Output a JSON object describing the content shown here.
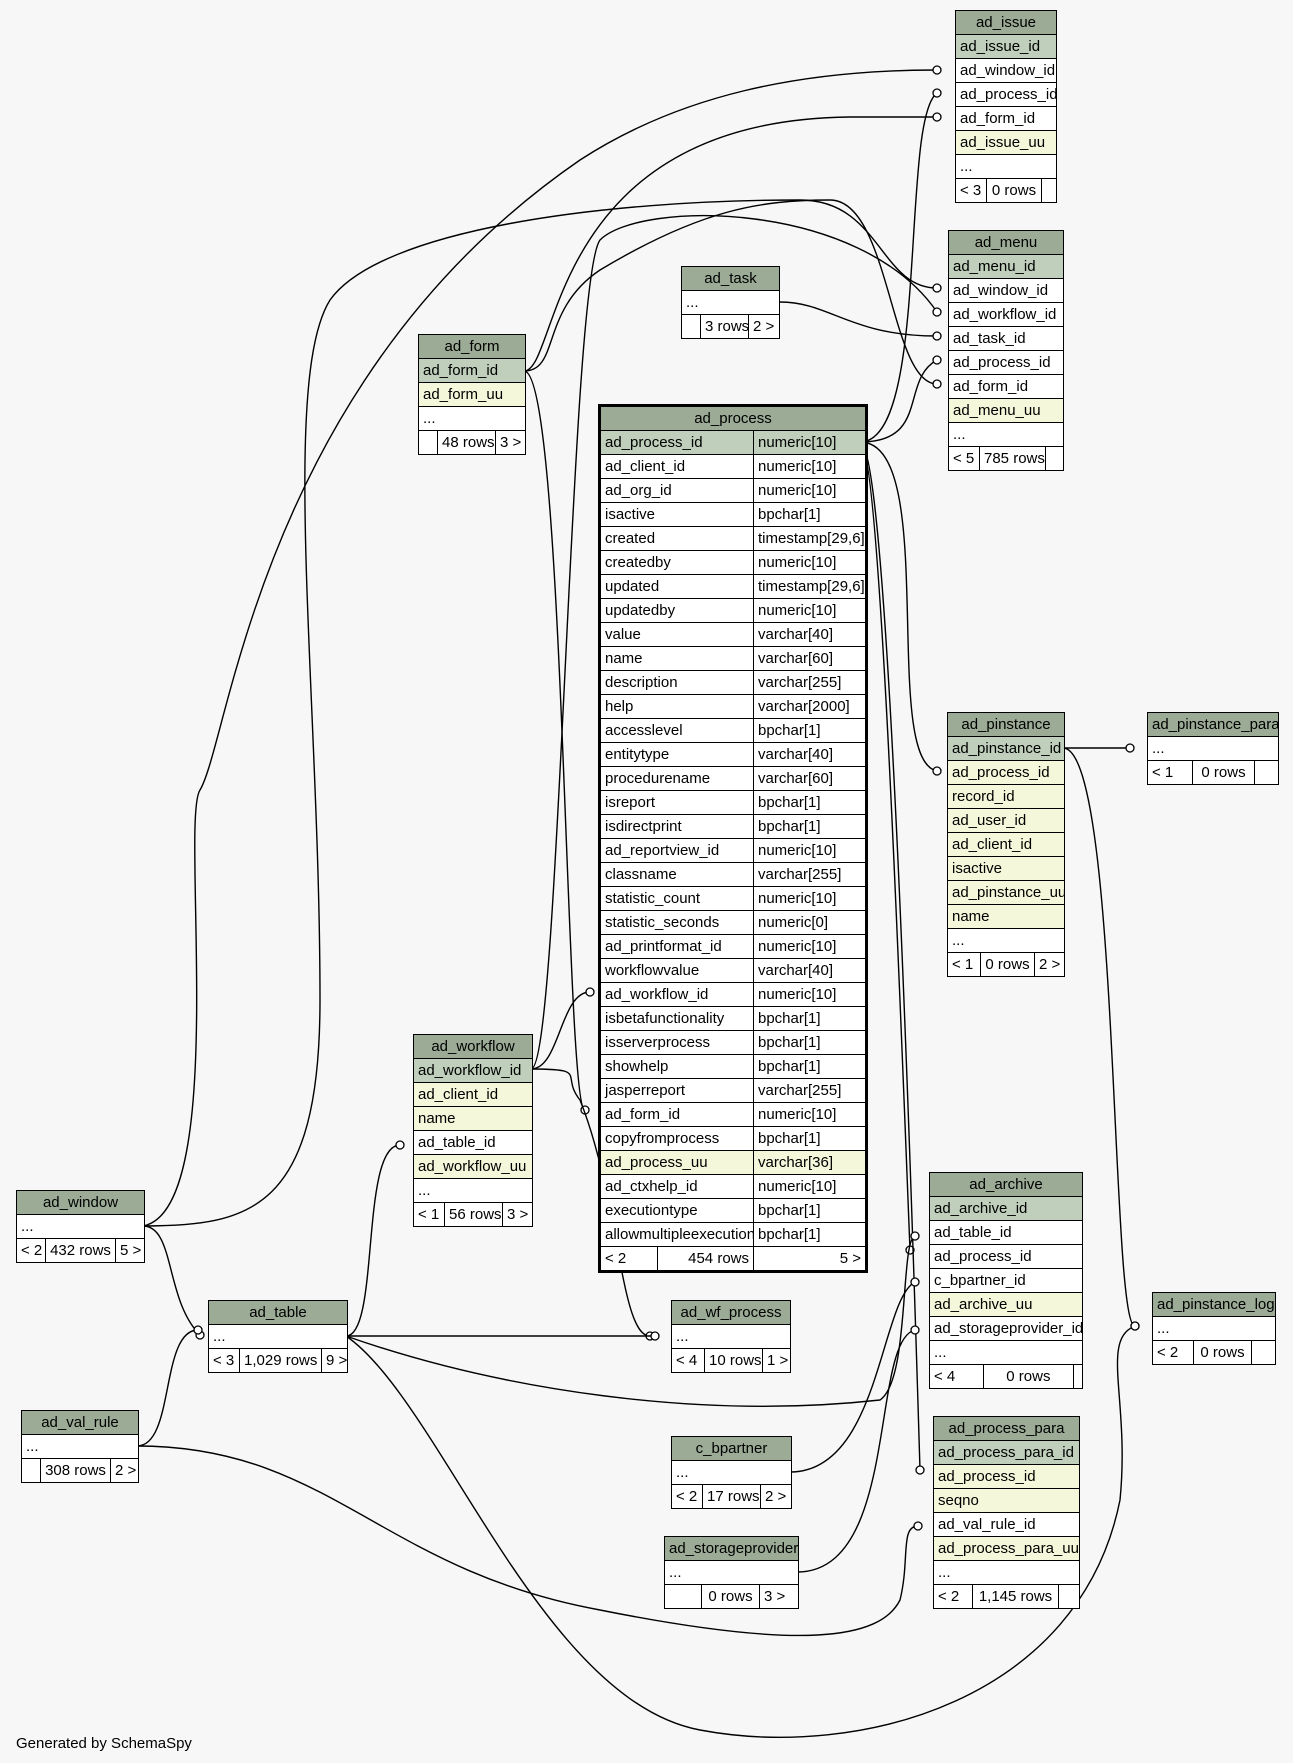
{
  "footer": "Generated by SchemaSpy",
  "colors": {
    "header": "#9bab96",
    "primary_key": "#bfcfbb",
    "indexed": "#f4f7da",
    "plain": "#ffffff"
  },
  "tables": {
    "ad_issue": {
      "name": "ad_issue",
      "rows": [
        {
          "name": "ad_issue_id",
          "kind": "pk"
        },
        {
          "name": "ad_window_id",
          "kind": "plain"
        },
        {
          "name": "ad_process_id",
          "kind": "plain"
        },
        {
          "name": "ad_form_id",
          "kind": "plain"
        },
        {
          "name": "ad_issue_uu",
          "kind": "idx"
        },
        {
          "name": "...",
          "kind": "plain"
        }
      ],
      "footer": [
        "< 3",
        "0 rows",
        ""
      ]
    },
    "ad_menu": {
      "name": "ad_menu",
      "rows": [
        {
          "name": "ad_menu_id",
          "kind": "pk"
        },
        {
          "name": "ad_window_id",
          "kind": "plain"
        },
        {
          "name": "ad_workflow_id",
          "kind": "plain"
        },
        {
          "name": "ad_task_id",
          "kind": "plain"
        },
        {
          "name": "ad_process_id",
          "kind": "plain"
        },
        {
          "name": "ad_form_id",
          "kind": "plain"
        },
        {
          "name": "ad_menu_uu",
          "kind": "idx"
        },
        {
          "name": "...",
          "kind": "plain"
        }
      ],
      "footer": [
        "< 5",
        "785 rows",
        ""
      ]
    },
    "ad_task": {
      "name": "ad_task",
      "rows": [
        {
          "name": "...",
          "kind": "plain"
        }
      ],
      "footer": [
        "",
        "3 rows",
        "2 >"
      ]
    },
    "ad_form": {
      "name": "ad_form",
      "rows": [
        {
          "name": "ad_form_id",
          "kind": "pk"
        },
        {
          "name": "ad_form_uu",
          "kind": "idx"
        },
        {
          "name": "...",
          "kind": "plain"
        }
      ],
      "footer": [
        "",
        "48 rows",
        "3 >"
      ]
    },
    "ad_process": {
      "name": "ad_process",
      "rows": [
        {
          "name": "ad_process_id",
          "type": "numeric[10]",
          "kind": "pk"
        },
        {
          "name": "ad_client_id",
          "type": "numeric[10]",
          "kind": "plain"
        },
        {
          "name": "ad_org_id",
          "type": "numeric[10]",
          "kind": "plain"
        },
        {
          "name": "isactive",
          "type": "bpchar[1]",
          "kind": "plain"
        },
        {
          "name": "created",
          "type": "timestamp[29,6]",
          "kind": "plain"
        },
        {
          "name": "createdby",
          "type": "numeric[10]",
          "kind": "plain"
        },
        {
          "name": "updated",
          "type": "timestamp[29,6]",
          "kind": "plain"
        },
        {
          "name": "updatedby",
          "type": "numeric[10]",
          "kind": "plain"
        },
        {
          "name": "value",
          "type": "varchar[40]",
          "kind": "plain"
        },
        {
          "name": "name",
          "type": "varchar[60]",
          "kind": "plain"
        },
        {
          "name": "description",
          "type": "varchar[255]",
          "kind": "plain"
        },
        {
          "name": "help",
          "type": "varchar[2000]",
          "kind": "plain"
        },
        {
          "name": "accesslevel",
          "type": "bpchar[1]",
          "kind": "plain"
        },
        {
          "name": "entitytype",
          "type": "varchar[40]",
          "kind": "plain"
        },
        {
          "name": "procedurename",
          "type": "varchar[60]",
          "kind": "plain"
        },
        {
          "name": "isreport",
          "type": "bpchar[1]",
          "kind": "plain"
        },
        {
          "name": "isdirectprint",
          "type": "bpchar[1]",
          "kind": "plain"
        },
        {
          "name": "ad_reportview_id",
          "type": "numeric[10]",
          "kind": "plain"
        },
        {
          "name": "classname",
          "type": "varchar[255]",
          "kind": "plain"
        },
        {
          "name": "statistic_count",
          "type": "numeric[10]",
          "kind": "plain"
        },
        {
          "name": "statistic_seconds",
          "type": "numeric[0]",
          "kind": "plain"
        },
        {
          "name": "ad_printformat_id",
          "type": "numeric[10]",
          "kind": "plain"
        },
        {
          "name": "workflowvalue",
          "type": "varchar[40]",
          "kind": "plain"
        },
        {
          "name": "ad_workflow_id",
          "type": "numeric[10]",
          "kind": "plain"
        },
        {
          "name": "isbetafunctionality",
          "type": "bpchar[1]",
          "kind": "plain"
        },
        {
          "name": "isserverprocess",
          "type": "bpchar[1]",
          "kind": "plain"
        },
        {
          "name": "showhelp",
          "type": "bpchar[1]",
          "kind": "plain"
        },
        {
          "name": "jasperreport",
          "type": "varchar[255]",
          "kind": "plain"
        },
        {
          "name": "ad_form_id",
          "type": "numeric[10]",
          "kind": "plain"
        },
        {
          "name": "copyfromprocess",
          "type": "bpchar[1]",
          "kind": "plain"
        },
        {
          "name": "ad_process_uu",
          "type": "varchar[36]",
          "kind": "idx"
        },
        {
          "name": "ad_ctxhelp_id",
          "type": "numeric[10]",
          "kind": "plain"
        },
        {
          "name": "executiontype",
          "type": "bpchar[1]",
          "kind": "plain"
        },
        {
          "name": "allowmultipleexecution",
          "type": "bpchar[1]",
          "kind": "plain"
        }
      ],
      "footer": [
        "< 2",
        "454 rows",
        "5 >"
      ]
    },
    "ad_pinstance": {
      "name": "ad_pinstance",
      "rows": [
        {
          "name": "ad_pinstance_id",
          "kind": "pk"
        },
        {
          "name": "ad_process_id",
          "kind": "idx"
        },
        {
          "name": "record_id",
          "kind": "idx"
        },
        {
          "name": "ad_user_id",
          "kind": "idx"
        },
        {
          "name": "ad_client_id",
          "kind": "idx"
        },
        {
          "name": "isactive",
          "kind": "idx"
        },
        {
          "name": "ad_pinstance_uu",
          "kind": "idx"
        },
        {
          "name": "name",
          "kind": "idx"
        },
        {
          "name": "...",
          "kind": "plain"
        }
      ],
      "footer": [
        "< 1",
        "0 rows",
        "2 >"
      ]
    },
    "ad_pinstance_para": {
      "name": "ad_pinstance_para",
      "rows": [
        {
          "name": "...",
          "kind": "plain"
        }
      ],
      "footer": [
        "< 1",
        "0 rows",
        ""
      ]
    },
    "ad_workflow": {
      "name": "ad_workflow",
      "rows": [
        {
          "name": "ad_workflow_id",
          "kind": "pk"
        },
        {
          "name": "ad_client_id",
          "kind": "idx"
        },
        {
          "name": "name",
          "kind": "idx"
        },
        {
          "name": "ad_table_id",
          "kind": "plain"
        },
        {
          "name": "ad_workflow_uu",
          "kind": "idx"
        },
        {
          "name": "...",
          "kind": "plain"
        }
      ],
      "footer": [
        "< 1",
        "56 rows",
        "3 >"
      ]
    },
    "ad_window": {
      "name": "ad_window",
      "rows": [
        {
          "name": "...",
          "kind": "plain"
        }
      ],
      "footer": [
        "< 2",
        "432 rows",
        "5 >"
      ]
    },
    "ad_archive": {
      "name": "ad_archive",
      "rows": [
        {
          "name": "ad_archive_id",
          "kind": "pk"
        },
        {
          "name": "ad_table_id",
          "kind": "plain"
        },
        {
          "name": "ad_process_id",
          "kind": "plain"
        },
        {
          "name": "c_bpartner_id",
          "kind": "plain"
        },
        {
          "name": "ad_archive_uu",
          "kind": "idx"
        },
        {
          "name": "ad_storageprovider_id",
          "kind": "plain"
        },
        {
          "name": "...",
          "kind": "plain"
        }
      ],
      "footer": [
        "< 4",
        "0 rows",
        ""
      ]
    },
    "ad_pinstance_log": {
      "name": "ad_pinstance_log",
      "rows": [
        {
          "name": "...",
          "kind": "plain"
        }
      ],
      "footer": [
        "< 2",
        "0 rows",
        ""
      ]
    },
    "ad_table": {
      "name": "ad_table",
      "rows": [
        {
          "name": "...",
          "kind": "plain"
        }
      ],
      "footer": [
        "< 3",
        "1,029 rows",
        "9 >"
      ]
    },
    "ad_wf_process": {
      "name": "ad_wf_process",
      "rows": [
        {
          "name": "...",
          "kind": "plain"
        }
      ],
      "footer": [
        "< 4",
        "10 rows",
        "1 >"
      ]
    },
    "ad_val_rule": {
      "name": "ad_val_rule",
      "rows": [
        {
          "name": "...",
          "kind": "plain"
        }
      ],
      "footer": [
        "",
        "308 rows",
        "2 >"
      ]
    },
    "c_bpartner": {
      "name": "c_bpartner",
      "rows": [
        {
          "name": "...",
          "kind": "plain"
        }
      ],
      "footer": [
        "< 2",
        "17 rows",
        "2 >"
      ]
    },
    "ad_process_para": {
      "name": "ad_process_para",
      "rows": [
        {
          "name": "ad_process_para_id",
          "kind": "pk"
        },
        {
          "name": "ad_process_id",
          "kind": "idx"
        },
        {
          "name": "seqno",
          "kind": "idx"
        },
        {
          "name": "ad_val_rule_id",
          "kind": "plain"
        },
        {
          "name": "ad_process_para_uu",
          "kind": "idx"
        },
        {
          "name": "...",
          "kind": "plain"
        }
      ],
      "footer": [
        "< 2",
        "1,145 rows",
        ""
      ]
    },
    "ad_storageprovider": {
      "name": "ad_storageprovider",
      "rows": [
        {
          "name": "...",
          "kind": "plain"
        }
      ],
      "footer": [
        "",
        "0 rows",
        "3 >"
      ]
    }
  }
}
